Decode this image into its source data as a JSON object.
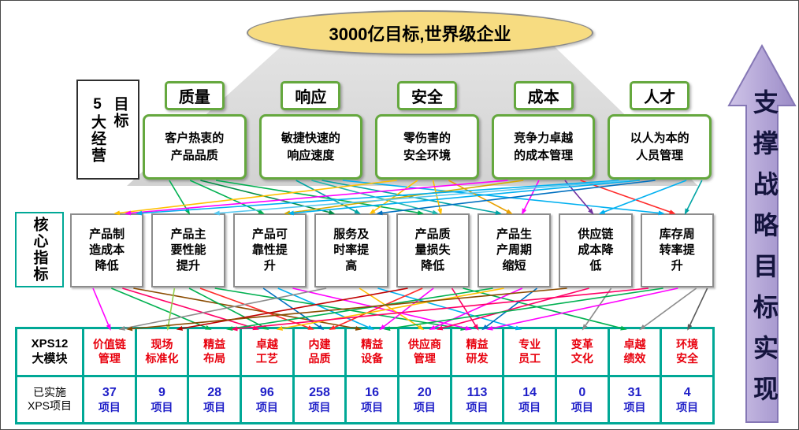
{
  "title": {
    "text": "3000亿目标,世界级企业"
  },
  "side_arrow": {
    "text": "支撑战略目标实现"
  },
  "goals_section": {
    "label": "5大经营\n目标",
    "goals": [
      {
        "name": "质量",
        "desc": "客户热衷的\n产品品质"
      },
      {
        "name": "响应",
        "desc": "敏捷快速的\n响应速度"
      },
      {
        "name": "安全",
        "desc": "零伤害的\n安全环境"
      },
      {
        "name": "成本",
        "desc": "竞争力卓越\n的成本管理"
      },
      {
        "name": "人才",
        "desc": "以人为本的\n人员管理"
      }
    ]
  },
  "indicators_section": {
    "label": "核心指标",
    "indicators": [
      "产品制\n造成本\n降低",
      "产品主\n要性能\n提升",
      "产品可\n靠性提\n升",
      "服务及\n时率提\n高",
      "产品质\n量损失\n降低",
      "产品生\n产周期\n缩短",
      "供应链\n成本降\n低",
      "库存周\n转率提\n升"
    ]
  },
  "modules_section": {
    "row1_label": "XPS12\n大模块",
    "row2_label": "已实施\nXPS项目",
    "modules": [
      {
        "name": "价值链\n管理",
        "count": "37",
        "unit": "项目"
      },
      {
        "name": "现场\n标准化",
        "count": "9",
        "unit": "项目"
      },
      {
        "name": "精益\n布局",
        "count": "28",
        "unit": "项目"
      },
      {
        "name": "卓越\n工艺",
        "count": "96",
        "unit": "项目"
      },
      {
        "name": "内建\n品质",
        "count": "258",
        "unit": "项目"
      },
      {
        "name": "精益\n设备",
        "count": "16",
        "unit": "项目"
      },
      {
        "name": "供应商\n管理",
        "count": "20",
        "unit": "项目"
      },
      {
        "name": "精益\n研发",
        "count": "113",
        "unit": "项目"
      },
      {
        "name": "专业\n员工",
        "count": "14",
        "unit": "项目"
      },
      {
        "name": "变革\n文化",
        "count": "0",
        "unit": "项目"
      },
      {
        "name": "卓越\n绩效",
        "count": "31",
        "unit": "项目"
      },
      {
        "name": "环境\n安全",
        "count": "4",
        "unit": "项目"
      }
    ]
  },
  "colors": {
    "goal_border": "#65a83e",
    "table_border": "#00a896",
    "module_text": "#e8000d",
    "count_text": "#1f1fc8",
    "ellipse_fill": "#f7dc81",
    "arrow_fill": "#a violet"
  },
  "edges": [
    [
      "g0",
      "i1",
      "#00B050",
      0.25,
      0.5
    ],
    [
      "g0",
      "i2",
      "#00B050",
      0.45,
      0.4
    ],
    [
      "g0",
      "i4",
      "#00B050",
      0.7,
      0.35
    ],
    [
      "g0",
      "i3",
      "#008C46",
      0.55,
      0.25
    ],
    [
      "g1",
      "i3",
      "#00A3A3",
      0.35,
      0.6
    ],
    [
      "g1",
      "i5",
      "#00A3A3",
      0.6,
      0.3
    ],
    [
      "g1",
      "i7",
      "#00B0F0",
      0.8,
      0.3
    ],
    [
      "g1",
      "i4",
      "#1FB5AD",
      0.5,
      0.55
    ],
    [
      "g2",
      "i0",
      "#FFC000",
      0.2,
      0.6
    ],
    [
      "g2",
      "i3",
      "#FFC000",
      0.4,
      0.75
    ],
    [
      "g2",
      "i4",
      "#FFC000",
      0.55,
      0.6
    ],
    [
      "g2",
      "i5",
      "#E8A000",
      0.7,
      0.45
    ],
    [
      "g3",
      "i0",
      "#FF00FF",
      0.15,
      0.75
    ],
    [
      "g3",
      "i5",
      "#FF00FF",
      0.45,
      0.6
    ],
    [
      "g3",
      "i6",
      "#7030A0",
      0.7,
      0.45
    ],
    [
      "g3",
      "i7",
      "#FF2A2A",
      0.85,
      0.45
    ],
    [
      "g3",
      "i2",
      "#D4A900",
      0.3,
      0.7
    ],
    [
      "g4",
      "i0",
      "#00B0F0",
      0.1,
      0.9
    ],
    [
      "g4",
      "i2",
      "#00B0F0",
      0.3,
      0.75
    ],
    [
      "g4",
      "i3",
      "#0070C0",
      0.45,
      0.85
    ],
    [
      "g4",
      "i6",
      "#00B0F0",
      0.75,
      0.55
    ],
    [
      "g4",
      "i7",
      "#00A3A3",
      0.9,
      0.6
    ],
    [
      "g4",
      "i1",
      "#55C8F0",
      0.2,
      0.85
    ],
    [
      "i0",
      "m0",
      "#FF00FF",
      0.3,
      0.5
    ],
    [
      "i0",
      "m2",
      "#00B050",
      0.55,
      0.4
    ],
    [
      "i0",
      "m3",
      "#FF0066",
      0.7,
      0.3
    ],
    [
      "i0",
      "m5",
      "#8A4B00",
      0.85,
      0.25
    ],
    [
      "i1",
      "m1",
      "#92D050",
      0.3,
      0.6
    ],
    [
      "i1",
      "m3",
      "#00B050",
      0.5,
      0.5
    ],
    [
      "i1",
      "m4",
      "#FF2A2A",
      0.65,
      0.35
    ],
    [
      "i1",
      "m7",
      "#00B050",
      0.85,
      0.25
    ],
    [
      "i2",
      "m4",
      "#0070C0",
      0.4,
      0.55
    ],
    [
      "i2",
      "m5",
      "#00B0F0",
      0.6,
      0.5
    ],
    [
      "i2",
      "m7",
      "#FF00FF",
      0.8,
      0.35
    ],
    [
      "i3",
      "m0",
      "#8C8C8C",
      0.15,
      0.7
    ],
    [
      "i3",
      "m6",
      "#FFC000",
      0.6,
      0.45
    ],
    [
      "i3",
      "m8",
      "#00B0F0",
      0.85,
      0.3
    ],
    [
      "i4",
      "m1",
      "#C00000",
      0.15,
      0.8
    ],
    [
      "i4",
      "m4",
      "#FF2A2A",
      0.35,
      0.7
    ],
    [
      "i4",
      "m5",
      "#FF00FF",
      0.5,
      0.65
    ],
    [
      "i4",
      "m7",
      "#FF0066",
      0.75,
      0.5
    ],
    [
      "i4",
      "m10",
      "#00B050",
      0.9,
      0.3
    ],
    [
      "i5",
      "m2",
      "#00B050",
      0.2,
      0.75
    ],
    [
      "i5",
      "m3",
      "#FFC000",
      0.35,
      0.7
    ],
    [
      "i5",
      "m6",
      "#FF00FF",
      0.6,
      0.6
    ],
    [
      "i5",
      "m7",
      "#0070C0",
      0.8,
      0.6
    ],
    [
      "i6",
      "m0",
      "#8A4B00",
      0.1,
      0.85
    ],
    [
      "i6",
      "m6",
      "#FF0066",
      0.4,
      0.75
    ],
    [
      "i6",
      "m9",
      "#8C8C8C",
      0.7,
      0.5
    ],
    [
      "i7",
      "m2",
      "#FF0066",
      0.1,
      0.85
    ],
    [
      "i7",
      "m5",
      "#00B050",
      0.3,
      0.75
    ],
    [
      "i7",
      "m7",
      "#FF00FF",
      0.5,
      0.7
    ],
    [
      "i7",
      "m10",
      "#8C8C8C",
      0.75,
      0.6
    ],
    [
      "i7",
      "m11",
      "#5A5A5A",
      0.9,
      0.5
    ]
  ]
}
